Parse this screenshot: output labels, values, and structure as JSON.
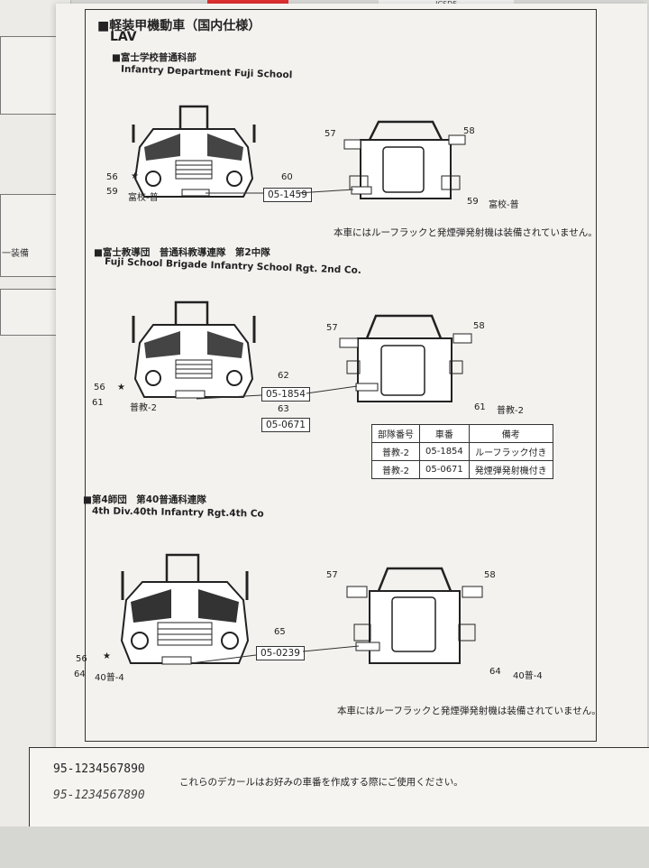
{
  "header": {
    "title": "■軽装甲機動車（国内仕様）",
    "subtitle": "LAV"
  },
  "top_strip": {
    "text": "JCSDF"
  },
  "left_page": {
    "fragment": "一装備"
  },
  "sections": [
    {
      "ja": "■富士学校普通科部",
      "en": "Infantry Department Fuji School",
      "front": {
        "marks": [
          "56",
          "59"
        ],
        "unit_label": "富校-普",
        "plate_marker": "60",
        "plate": "05-1459"
      },
      "rear": {
        "marks": [
          "57",
          "58",
          "59"
        ],
        "unit_label": "富校-普"
      },
      "note": "本車にはルーフラックと発煙弾発射機は装備されていません。"
    },
    {
      "ja": "■富士教導団　普通科教導連隊　第2中隊",
      "en": "Fuji School Brigade Infantry School Rgt. 2nd Co.",
      "front": {
        "marks": [
          "56",
          "61"
        ],
        "unit_label": "普教-2",
        "plate_markers": [
          "62",
          "63"
        ],
        "plates": [
          "05-1854",
          "05-0671"
        ]
      },
      "rear": {
        "marks": [
          "57",
          "58",
          "61"
        ],
        "unit_label": "普教-2"
      }
    },
    {
      "ja": "■第4師団　第40普通科連隊",
      "en": "4th Div.40th Infantry Rgt.4th Co",
      "front": {
        "marks": [
          "56",
          "64"
        ],
        "unit_label": "40普-4",
        "plate_marker": "65",
        "plate": "05-0239"
      },
      "rear": {
        "marks": [
          "57",
          "58",
          "64"
        ],
        "unit_label": "40普-4"
      },
      "note": "本車にはルーフラックと発煙弾発射機は装備されていません。"
    }
  ],
  "table": {
    "headers": [
      "部隊番号",
      "車番",
      "備考"
    ],
    "rows": [
      [
        "普教-2",
        "05-1854",
        "ルーフラック付き"
      ],
      [
        "普教-2",
        "05-0671",
        "発煙弾発射機付き"
      ]
    ]
  },
  "footer": {
    "numbers": [
      "95-1234567890",
      "95-1234567890"
    ],
    "note": "これらのデカールはお好みの車番を作成する際にご使用ください。"
  }
}
